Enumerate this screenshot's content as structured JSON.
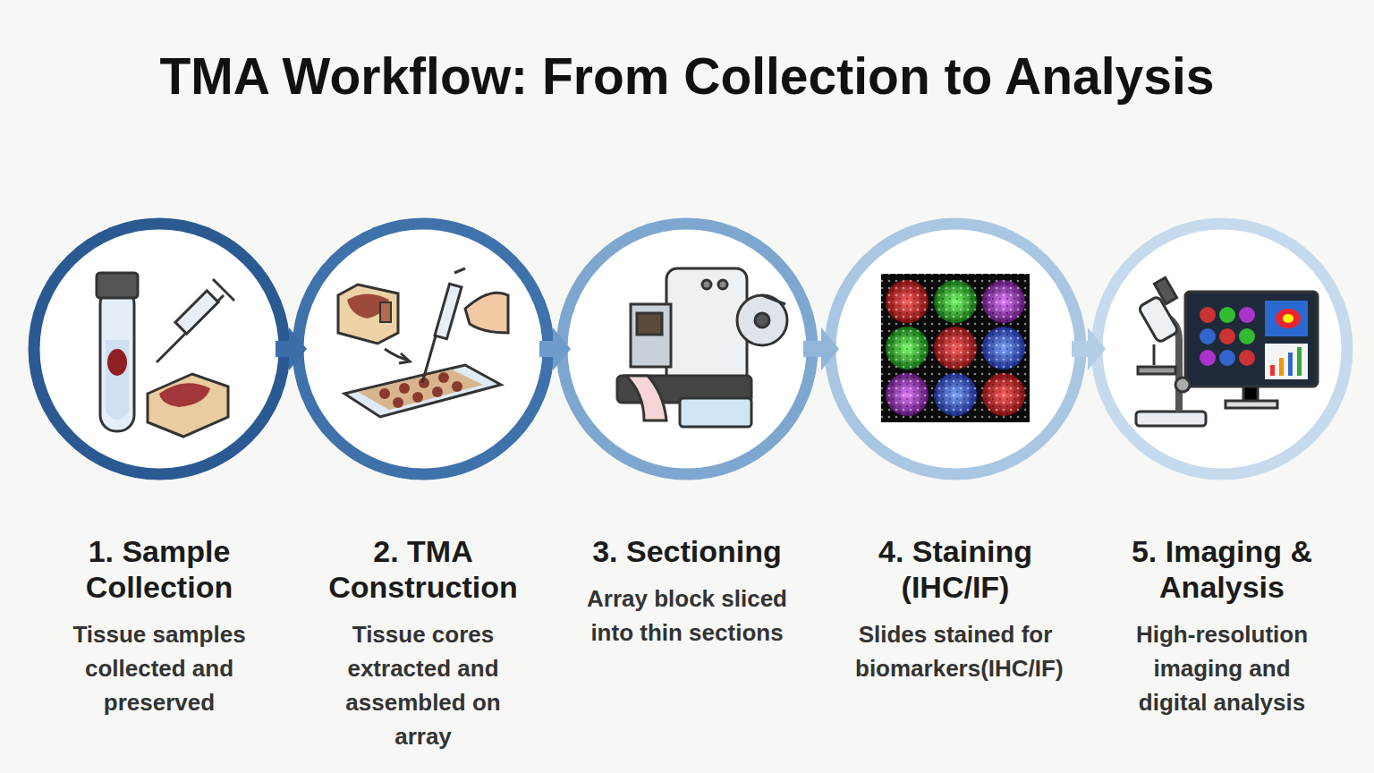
{
  "diagram": {
    "title": "TMA Workflow: From Collection to Analysis",
    "nodes": [
      {
        "text": [
          "1. Sample Collection",
          "Tissue samples collected and preserved"
        ]
      },
      {
        "text": [
          "2. TMA Construction",
          "Tissue cores extracted and assembled on array"
        ]
      },
      {
        "text": [
          "3. Sectioning",
          "Array block sliced into thin sections"
        ]
      },
      {
        "text": [
          "4. Staining (IHC/IF)",
          "Slides stained for biomarkers(IHC/IF)"
        ]
      },
      {
        "text": [
          "5. Imaging & Analysis",
          "High-resolution imaging and digital analysis"
        ]
      }
    ],
    "edges": [
      {
        "from": 0,
        "to": 1,
        "arrow": "to"
      },
      {
        "from": 1,
        "to": 2,
        "arrow": "to"
      },
      {
        "from": 2,
        "to": 3,
        "arrow": "to"
      },
      {
        "from": 3,
        "to": 4,
        "arrow": "to"
      }
    ]
  }
}
